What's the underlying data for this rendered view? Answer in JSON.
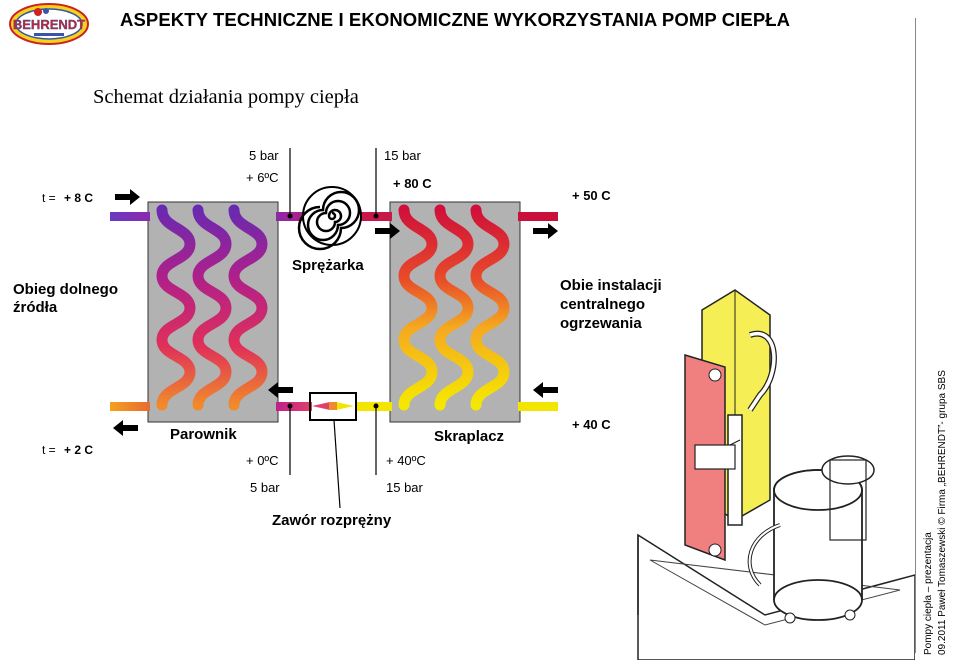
{
  "logo": {
    "text": "BEHRENDT"
  },
  "title": "ASPEKTY TECHNICZNE I EKONOMICZNE WYKORZYSTANIA POMP CIEPŁA",
  "subtitle": "Schemat działania pompy ciepła",
  "diagram": {
    "evaporator": {
      "label": "Parownik"
    },
    "condenser": {
      "label": "Skraplacz"
    },
    "compressor": {
      "label": "Sprężarka"
    },
    "valve": {
      "label": "Zawór rozprężny"
    },
    "source_circuit": {
      "line1": "Obieg dolnego",
      "line2": "źródła"
    },
    "heating_circuit": {
      "line1": "Obie instalacji",
      "line2": "centralnego",
      "line3": "ogrzewania"
    },
    "source_in_prefix": "t =",
    "source_in_temp": "+ 8 C",
    "source_out_prefix": "t =",
    "source_out_temp": "+ 2 C",
    "heating_out_temp": "+ 50 C",
    "heating_in_temp": "+ 40 C",
    "comp_in_pressure": "5 bar",
    "comp_in_temp": "+ 6ºC",
    "comp_out_pressure": "15 bar",
    "comp_out_temp": "+ 80 C",
    "evap_in_temp": "+ 0ºC",
    "evap_in_pressure": "5 bar",
    "cond_out_temp": "+ 40ºC",
    "cond_out_pressure": "15 bar",
    "colors": {
      "hot": "#c8103a",
      "warm": "#e8402a",
      "orange": "#f29a1e",
      "cold": "#5a2ab0",
      "liquid": "#f2e600",
      "panel": "#b2b2b2"
    }
  },
  "footer": {
    "line1": "Pompy ciepła – prezentacja",
    "line2": "09.2011 Paweł Tomaszewski  © Firma „BEHRENDT”- grupa SBS"
  }
}
